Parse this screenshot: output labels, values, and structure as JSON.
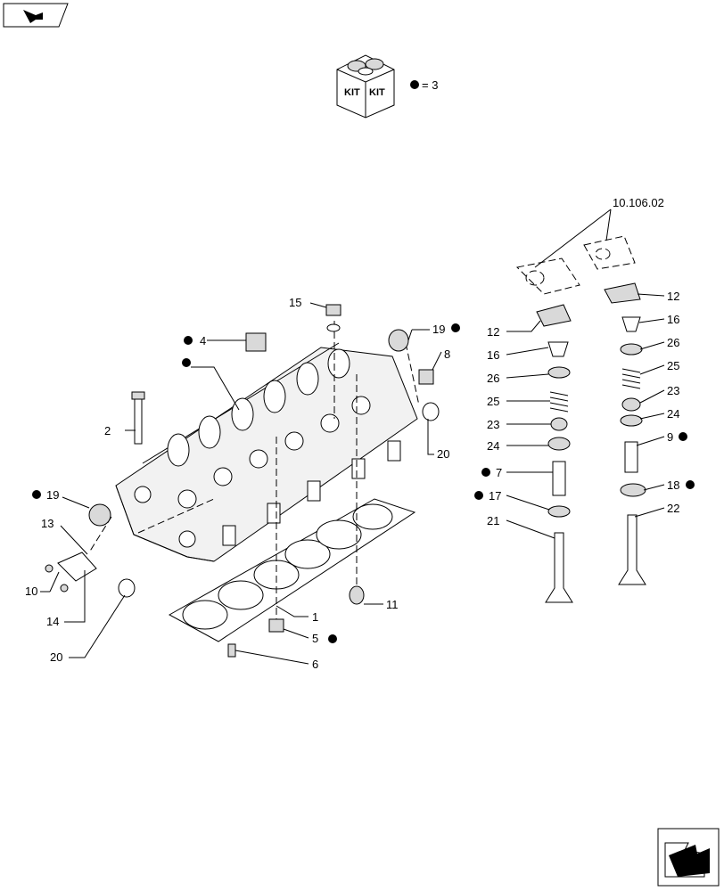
{
  "kit_box": {
    "label_left": "KIT",
    "label_right": "KIT"
  },
  "kit_legend": {
    "text": "= 3"
  },
  "reference": {
    "text": "10.106.02"
  },
  "callouts": [
    {
      "id": "c1",
      "text": "1"
    },
    {
      "id": "c2",
      "text": "2"
    },
    {
      "id": "c4",
      "text": "4"
    },
    {
      "id": "c5",
      "text": "5"
    },
    {
      "id": "c6",
      "text": "6"
    },
    {
      "id": "c8",
      "text": "8"
    },
    {
      "id": "c10",
      "text": "10"
    },
    {
      "id": "c11",
      "text": "11"
    },
    {
      "id": "c13",
      "text": "13"
    },
    {
      "id": "c14",
      "text": "14"
    },
    {
      "id": "c15",
      "text": "15"
    },
    {
      "id": "c19a",
      "text": "19"
    },
    {
      "id": "c19b",
      "text": "19"
    },
    {
      "id": "c20a",
      "text": "20"
    },
    {
      "id": "c20b",
      "text": "20"
    },
    {
      "id": "c12a",
      "text": "12"
    },
    {
      "id": "c16a",
      "text": "16"
    },
    {
      "id": "c26a",
      "text": "26"
    },
    {
      "id": "c25a",
      "text": "25"
    },
    {
      "id": "c23a",
      "text": "23"
    },
    {
      "id": "c24a",
      "text": "24"
    },
    {
      "id": "c7",
      "text": "7"
    },
    {
      "id": "c17",
      "text": "17"
    },
    {
      "id": "c21",
      "text": "21"
    },
    {
      "id": "c12b",
      "text": "12"
    },
    {
      "id": "c16b",
      "text": "16"
    },
    {
      "id": "c26b",
      "text": "26"
    },
    {
      "id": "c25b",
      "text": "25"
    },
    {
      "id": "c23b",
      "text": "23"
    },
    {
      "id": "c24b",
      "text": "24"
    },
    {
      "id": "c9",
      "text": "9"
    },
    {
      "id": "c18",
      "text": "18"
    },
    {
      "id": "c22",
      "text": "22"
    }
  ]
}
